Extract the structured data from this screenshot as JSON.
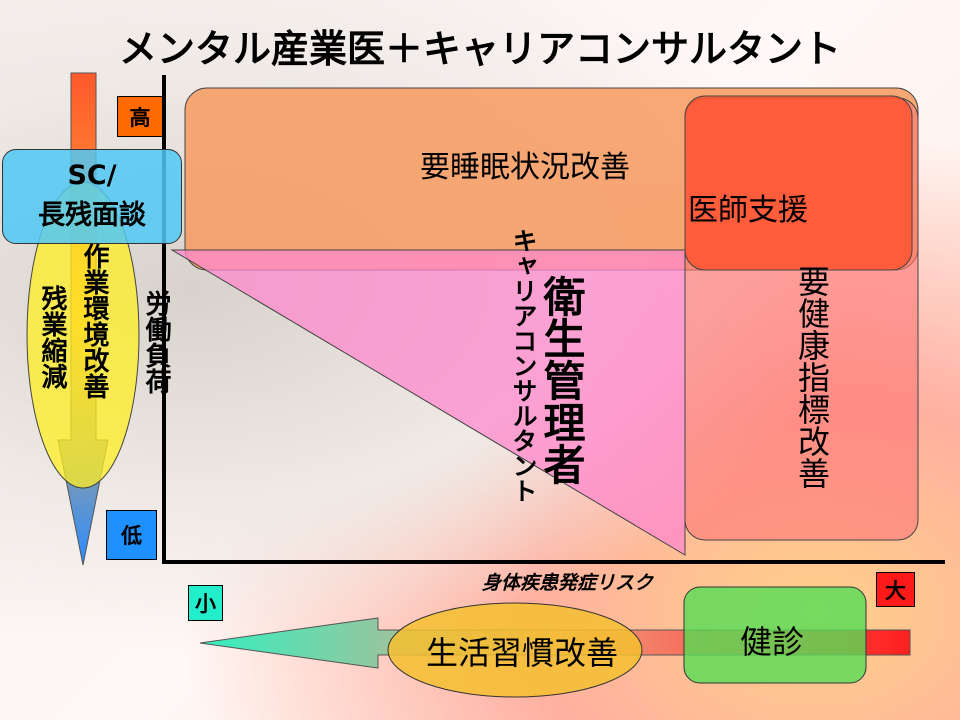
{
  "title": "メンタル産業医＋キャリアコンサルタント",
  "y_axis": {
    "label": "労働負荷",
    "high": "高",
    "low": "低"
  },
  "x_axis": {
    "label": "身体疾患発症リスク",
    "small": "小",
    "large": "大"
  },
  "left_box": {
    "line1": "SC/",
    "line2": "長残面談"
  },
  "left_ellipse": {
    "col1": "残業縮減",
    "col2": "作業環境改善"
  },
  "regions": {
    "sleep": "要睡眠状況改善",
    "doctor": "医師支援",
    "career": "キャリアコンサルタント",
    "hygiene": "衛生管理者",
    "health_index": "要健康指標改善"
  },
  "bottom": {
    "lifestyle": "生活習慣改善",
    "checkup": "健診"
  },
  "colors": {
    "orange": "#f7a070",
    "red": "#ff5533",
    "pink": "#ff88cc",
    "blue": "#1e90ff",
    "cyan": "#33eebb",
    "green": "#55dd55",
    "yellow": "#ffee33"
  }
}
